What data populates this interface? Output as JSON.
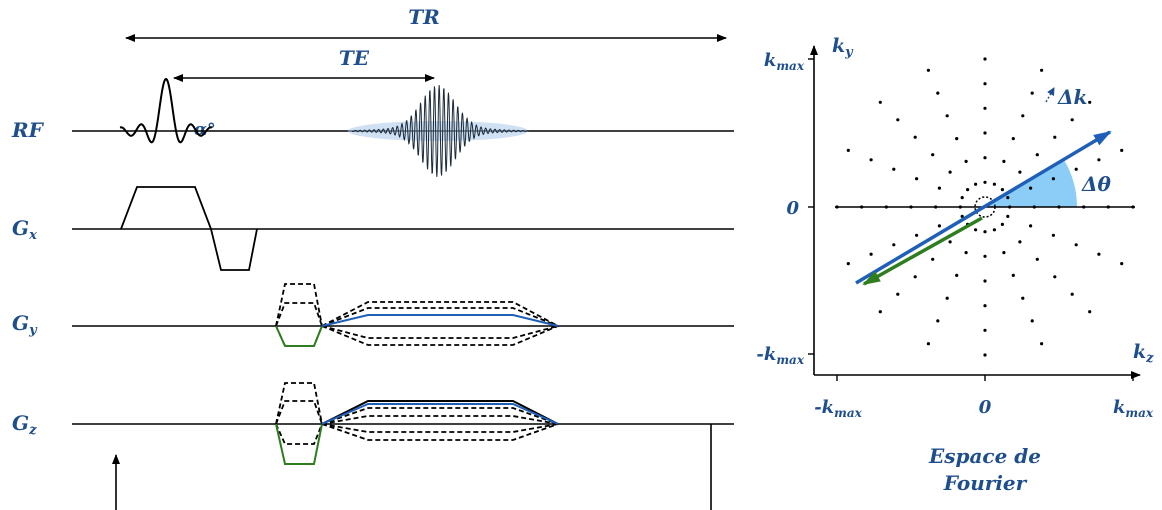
{
  "sequence": {
    "timing_labels": {
      "tr": "TR",
      "te": "TE"
    },
    "flip_angle": "α°",
    "channels": [
      {
        "id": "rf",
        "label": "RF"
      },
      {
        "id": "gx",
        "label": "Gx",
        "main": "G",
        "sub": "x"
      },
      {
        "id": "gy",
        "label": "Gy",
        "main": "G",
        "sub": "y"
      },
      {
        "id": "gz",
        "label": "Gz",
        "main": "G",
        "sub": "z"
      }
    ]
  },
  "kspace": {
    "y_axis": {
      "main": "k",
      "sub": "y"
    },
    "z_axis": {
      "main": "k",
      "sub": "z"
    },
    "kmax_label": {
      "main": "k",
      "sub": "max"
    },
    "neg_kmax_label": {
      "main": "-k",
      "sub": "max"
    },
    "zero_label": "0",
    "delta_k": "Δk",
    "delta_theta": "Δθ",
    "caption": [
      "Espace de",
      "Fourier"
    ]
  },
  "colors": {
    "label": "#1f4e8c",
    "blue_line": "#1f5fb8",
    "green_line": "#2e7d1e",
    "angle_fill": "#7ec8f5",
    "echo_glow": "#a9c9ea"
  }
}
